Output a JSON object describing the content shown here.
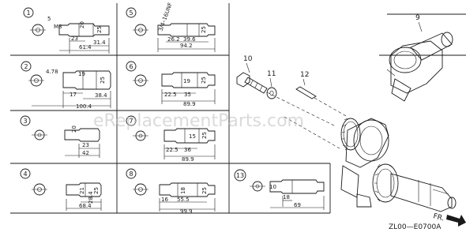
{
  "panels": [
    {
      "num": "1",
      "dims": [
        "5",
        "M8",
        "20",
        "25",
        "23",
        "31.4",
        "61.4"
      ]
    },
    {
      "num": "2",
      "dims": [
        "4.78",
        "19",
        "25",
        "17",
        "38.4",
        "100.4"
      ]
    },
    {
      "num": "3",
      "dims": [
        "20",
        "23",
        "42"
      ]
    },
    {
      "num": "4",
      "dims": [
        "21",
        "25",
        "28.4",
        "68.4"
      ]
    },
    {
      "num": "5",
      "dims": [
        "3/4–16UNF",
        "25",
        "26.2",
        "39.6",
        "94.2"
      ]
    },
    {
      "num": "6",
      "dims": [
        "19",
        "25",
        "22.5",
        "35",
        "89.9"
      ]
    },
    {
      "num": "7",
      "dims": [
        "15",
        "25",
        "22.5",
        "36",
        "89.9"
      ]
    },
    {
      "num": "8",
      "dims": [
        "18",
        "25",
        "16",
        "55.5",
        "99.9"
      ]
    },
    {
      "num": "13",
      "dims": [
        "10",
        "18",
        "69"
      ]
    }
  ],
  "parts": {
    "crankshaft": "9",
    "bolt": "10",
    "washer": "11",
    "key": "12"
  },
  "footer": {
    "code": "ZL00—E0700A",
    "front": "FR."
  },
  "watermark": "eReplacementParts.com"
}
